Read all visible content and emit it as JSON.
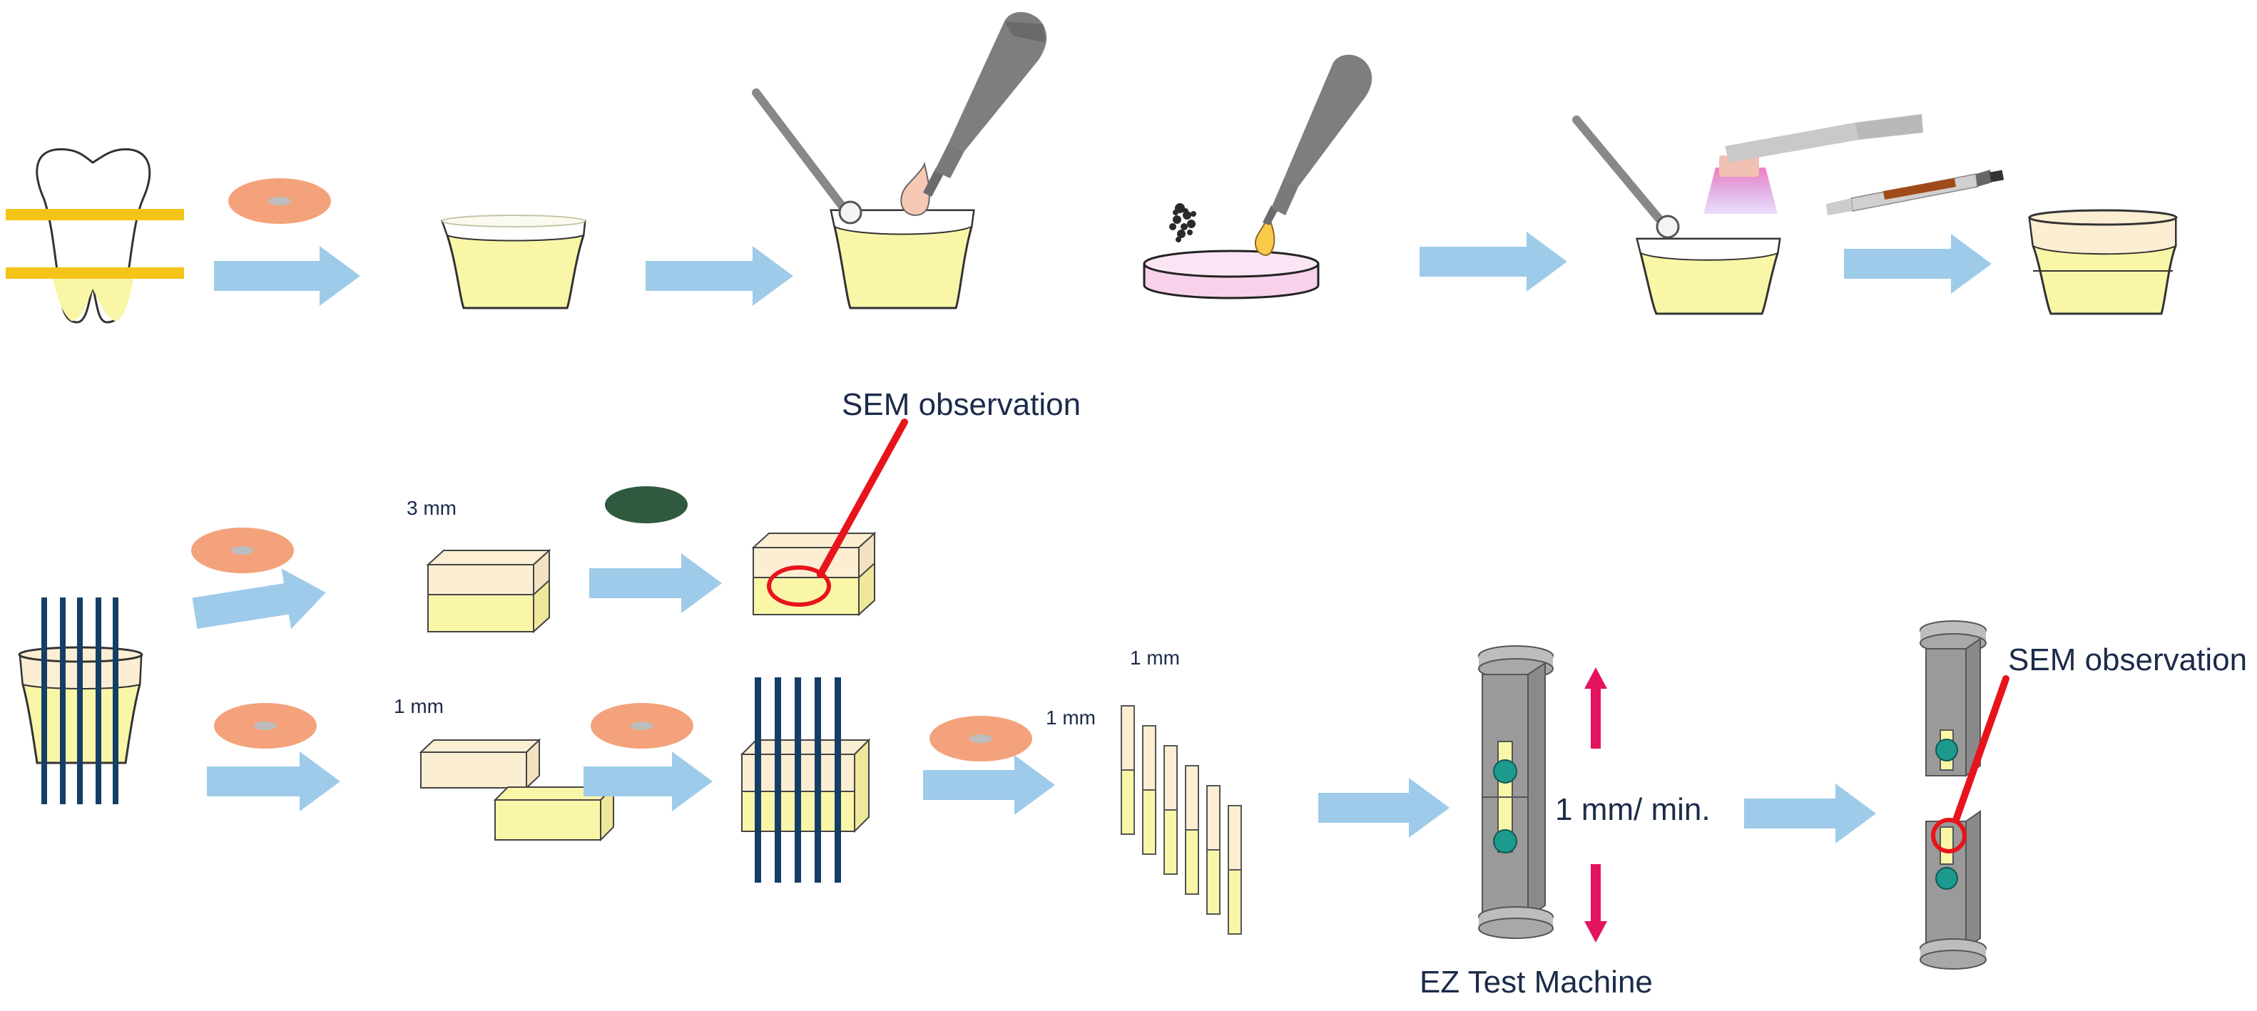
{
  "labels": {
    "sem_observation_top": "SEM observation",
    "three_mm": "3 mm",
    "one_mm_a": "1 mm",
    "one_mm_b": "1 mm",
    "one_mm_c": "1 mm",
    "speed": "1 mm/ min.",
    "sem_observation_right": "SEM observation",
    "machine": "EZ Test Machine"
  },
  "colors": {
    "arrow": "#9fcbea",
    "dentin": "#faf6a8",
    "composite": "#fbeed2",
    "adhesive_disc": "#f4a27b",
    "yellow_band": "#f5c418",
    "stick": "#143e66",
    "red": "#e8141c",
    "pink_arrow": "#e3135f",
    "grey": "#8c8c8c",
    "teal": "#1c9a8e",
    "dark_green_disc": "#2f5a40",
    "pink_dish": "#f7d2ea"
  },
  "icons": {
    "stage_disc": "adhesive-disc-icon",
    "bottle": "dropper-bottle-icon",
    "applicator": "microbrush-icon",
    "light": "curing-light-icon",
    "syringe": "composite-syringe-icon",
    "grid": "sectioning-grid-icon",
    "tester": "tensile-jig-icon"
  }
}
